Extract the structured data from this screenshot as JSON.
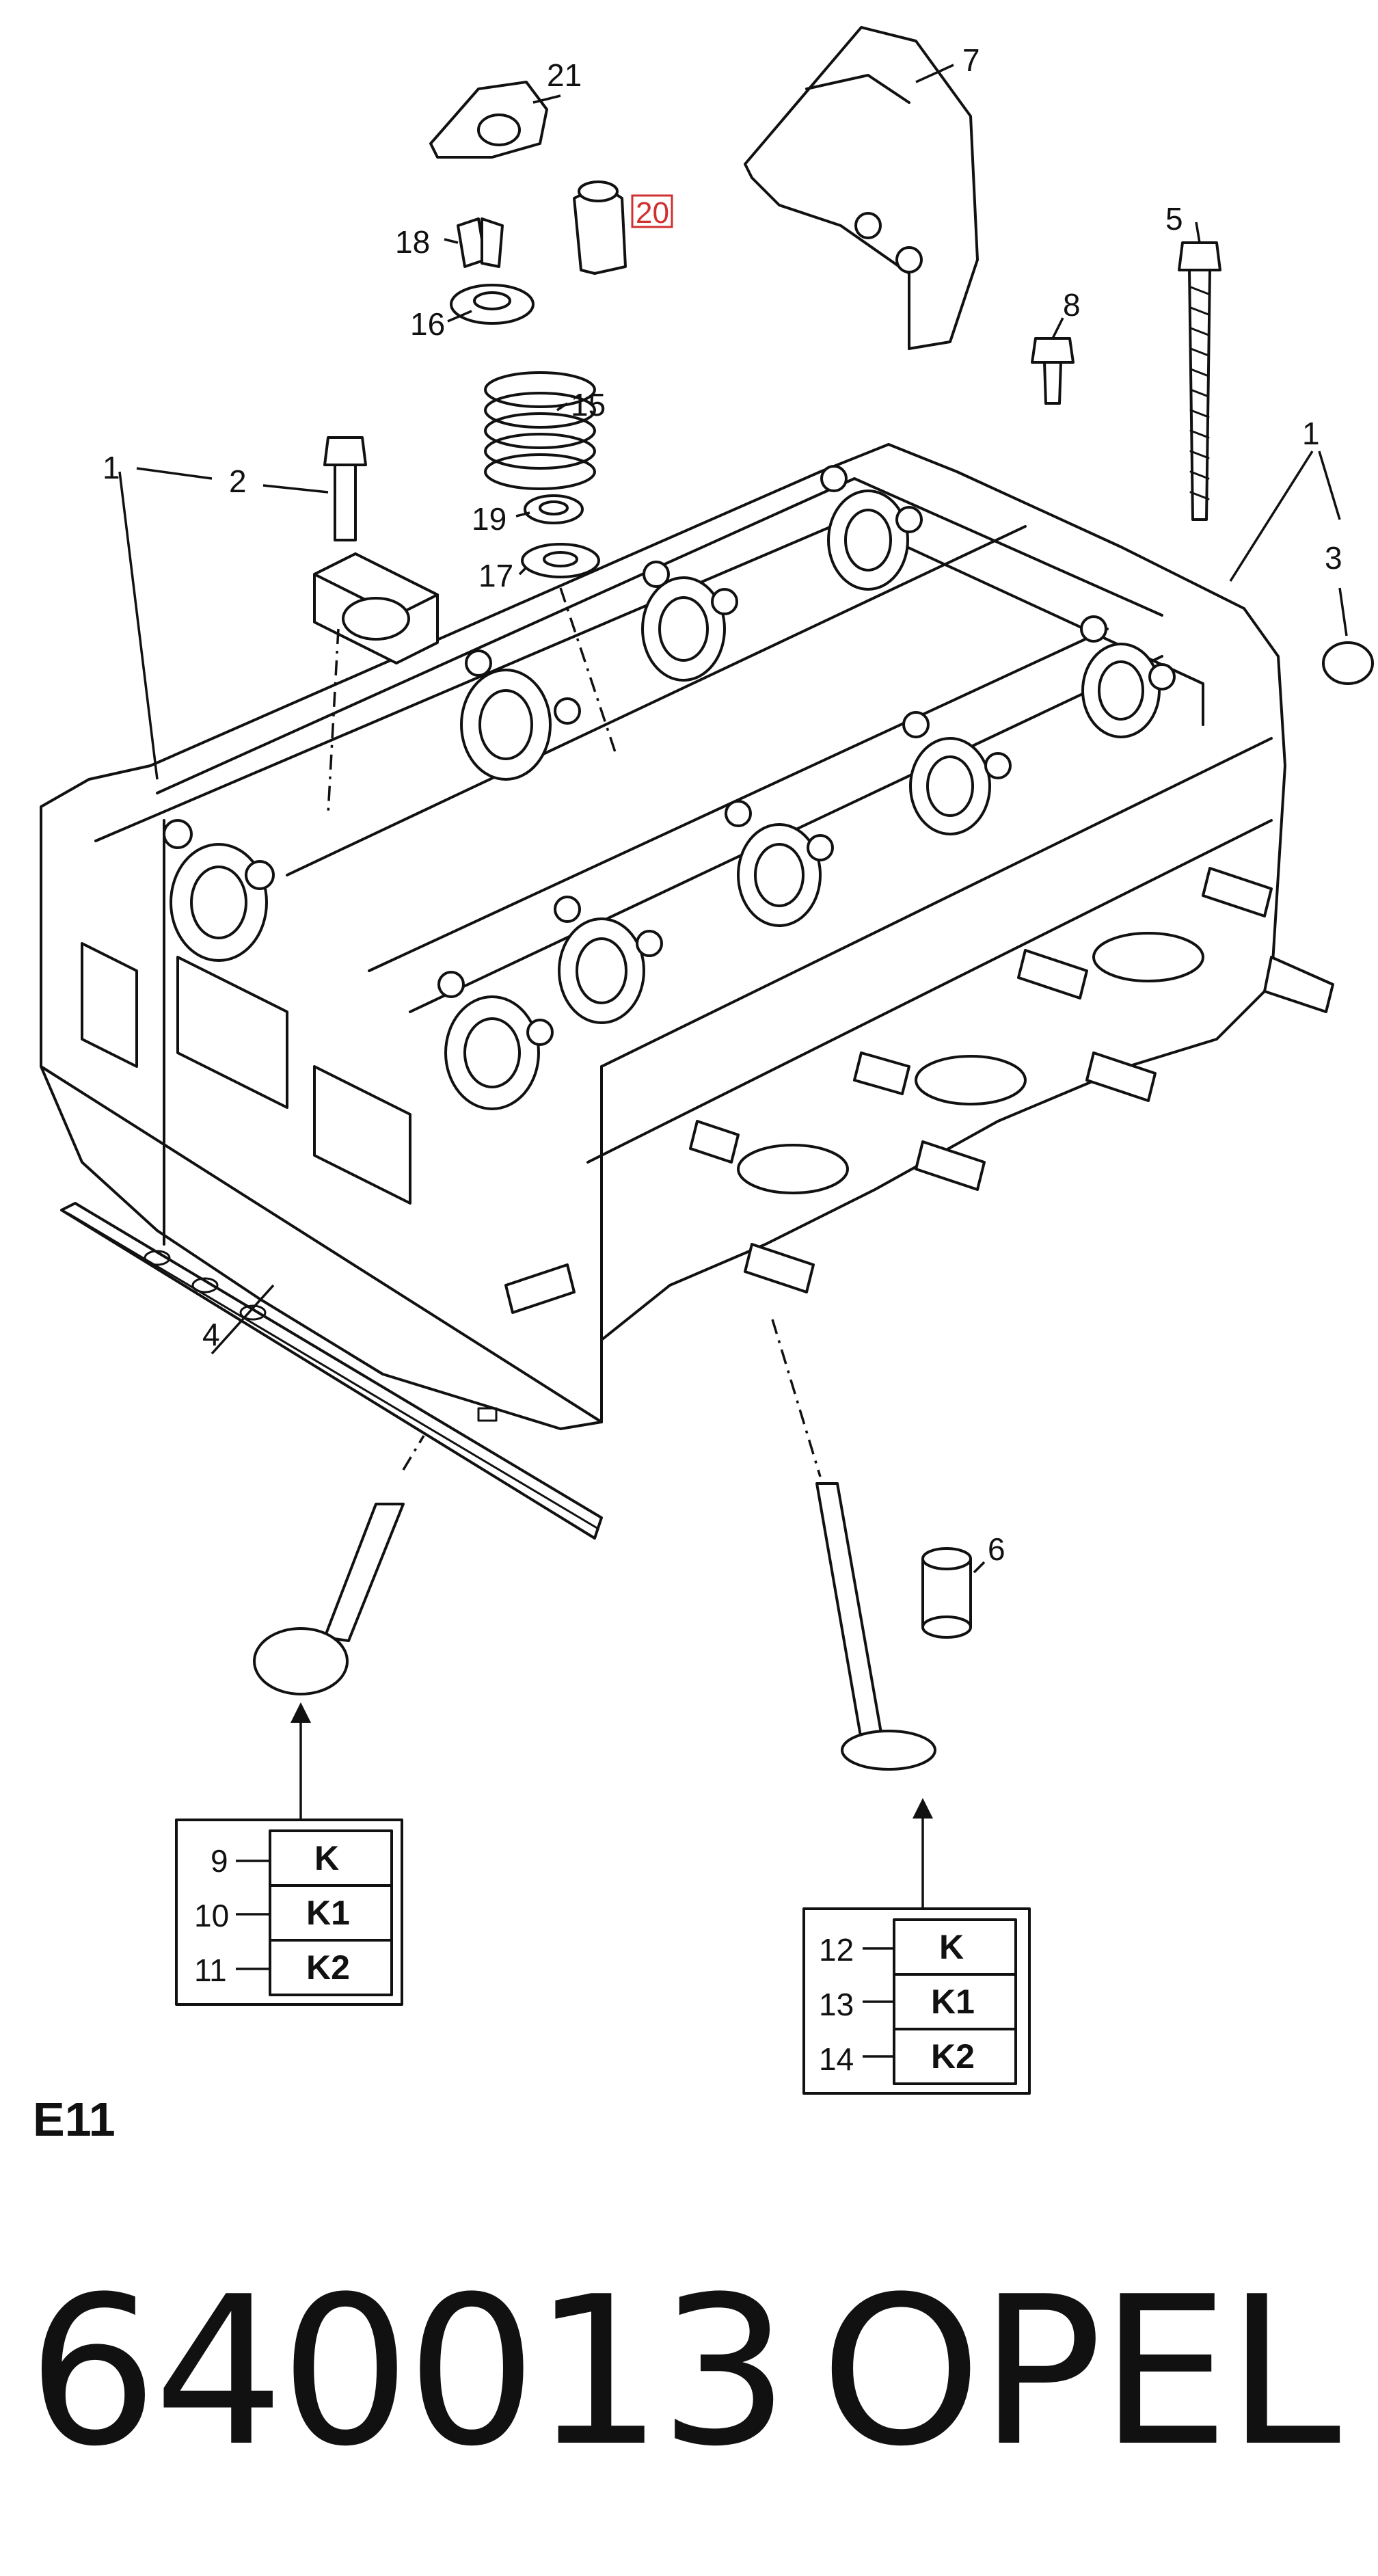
{
  "callouts": {
    "c1a": "1",
    "c1b": "1",
    "c2": "2",
    "c3": "3",
    "c4": "4",
    "c5": "5",
    "c6": "6",
    "c7": "7",
    "c8": "8",
    "c15": "15",
    "c16": "16",
    "c17": "17",
    "c18": "18",
    "c19": "19",
    "c20": "20",
    "c21": "21"
  },
  "valve_boxes": [
    {
      "rows": [
        {
          "ref": "9",
          "label": "K"
        },
        {
          "ref": "10",
          "label": "K1"
        },
        {
          "ref": "11",
          "label": "K2"
        }
      ]
    },
    {
      "rows": [
        {
          "ref": "12",
          "label": "K"
        },
        {
          "ref": "13",
          "label": "K1"
        },
        {
          "ref": "14",
          "label": "K2"
        }
      ]
    }
  ],
  "section_code": "E11",
  "footer": {
    "part_number": "640013",
    "brand": "OPEL"
  },
  "highlight_color": "#d03030"
}
